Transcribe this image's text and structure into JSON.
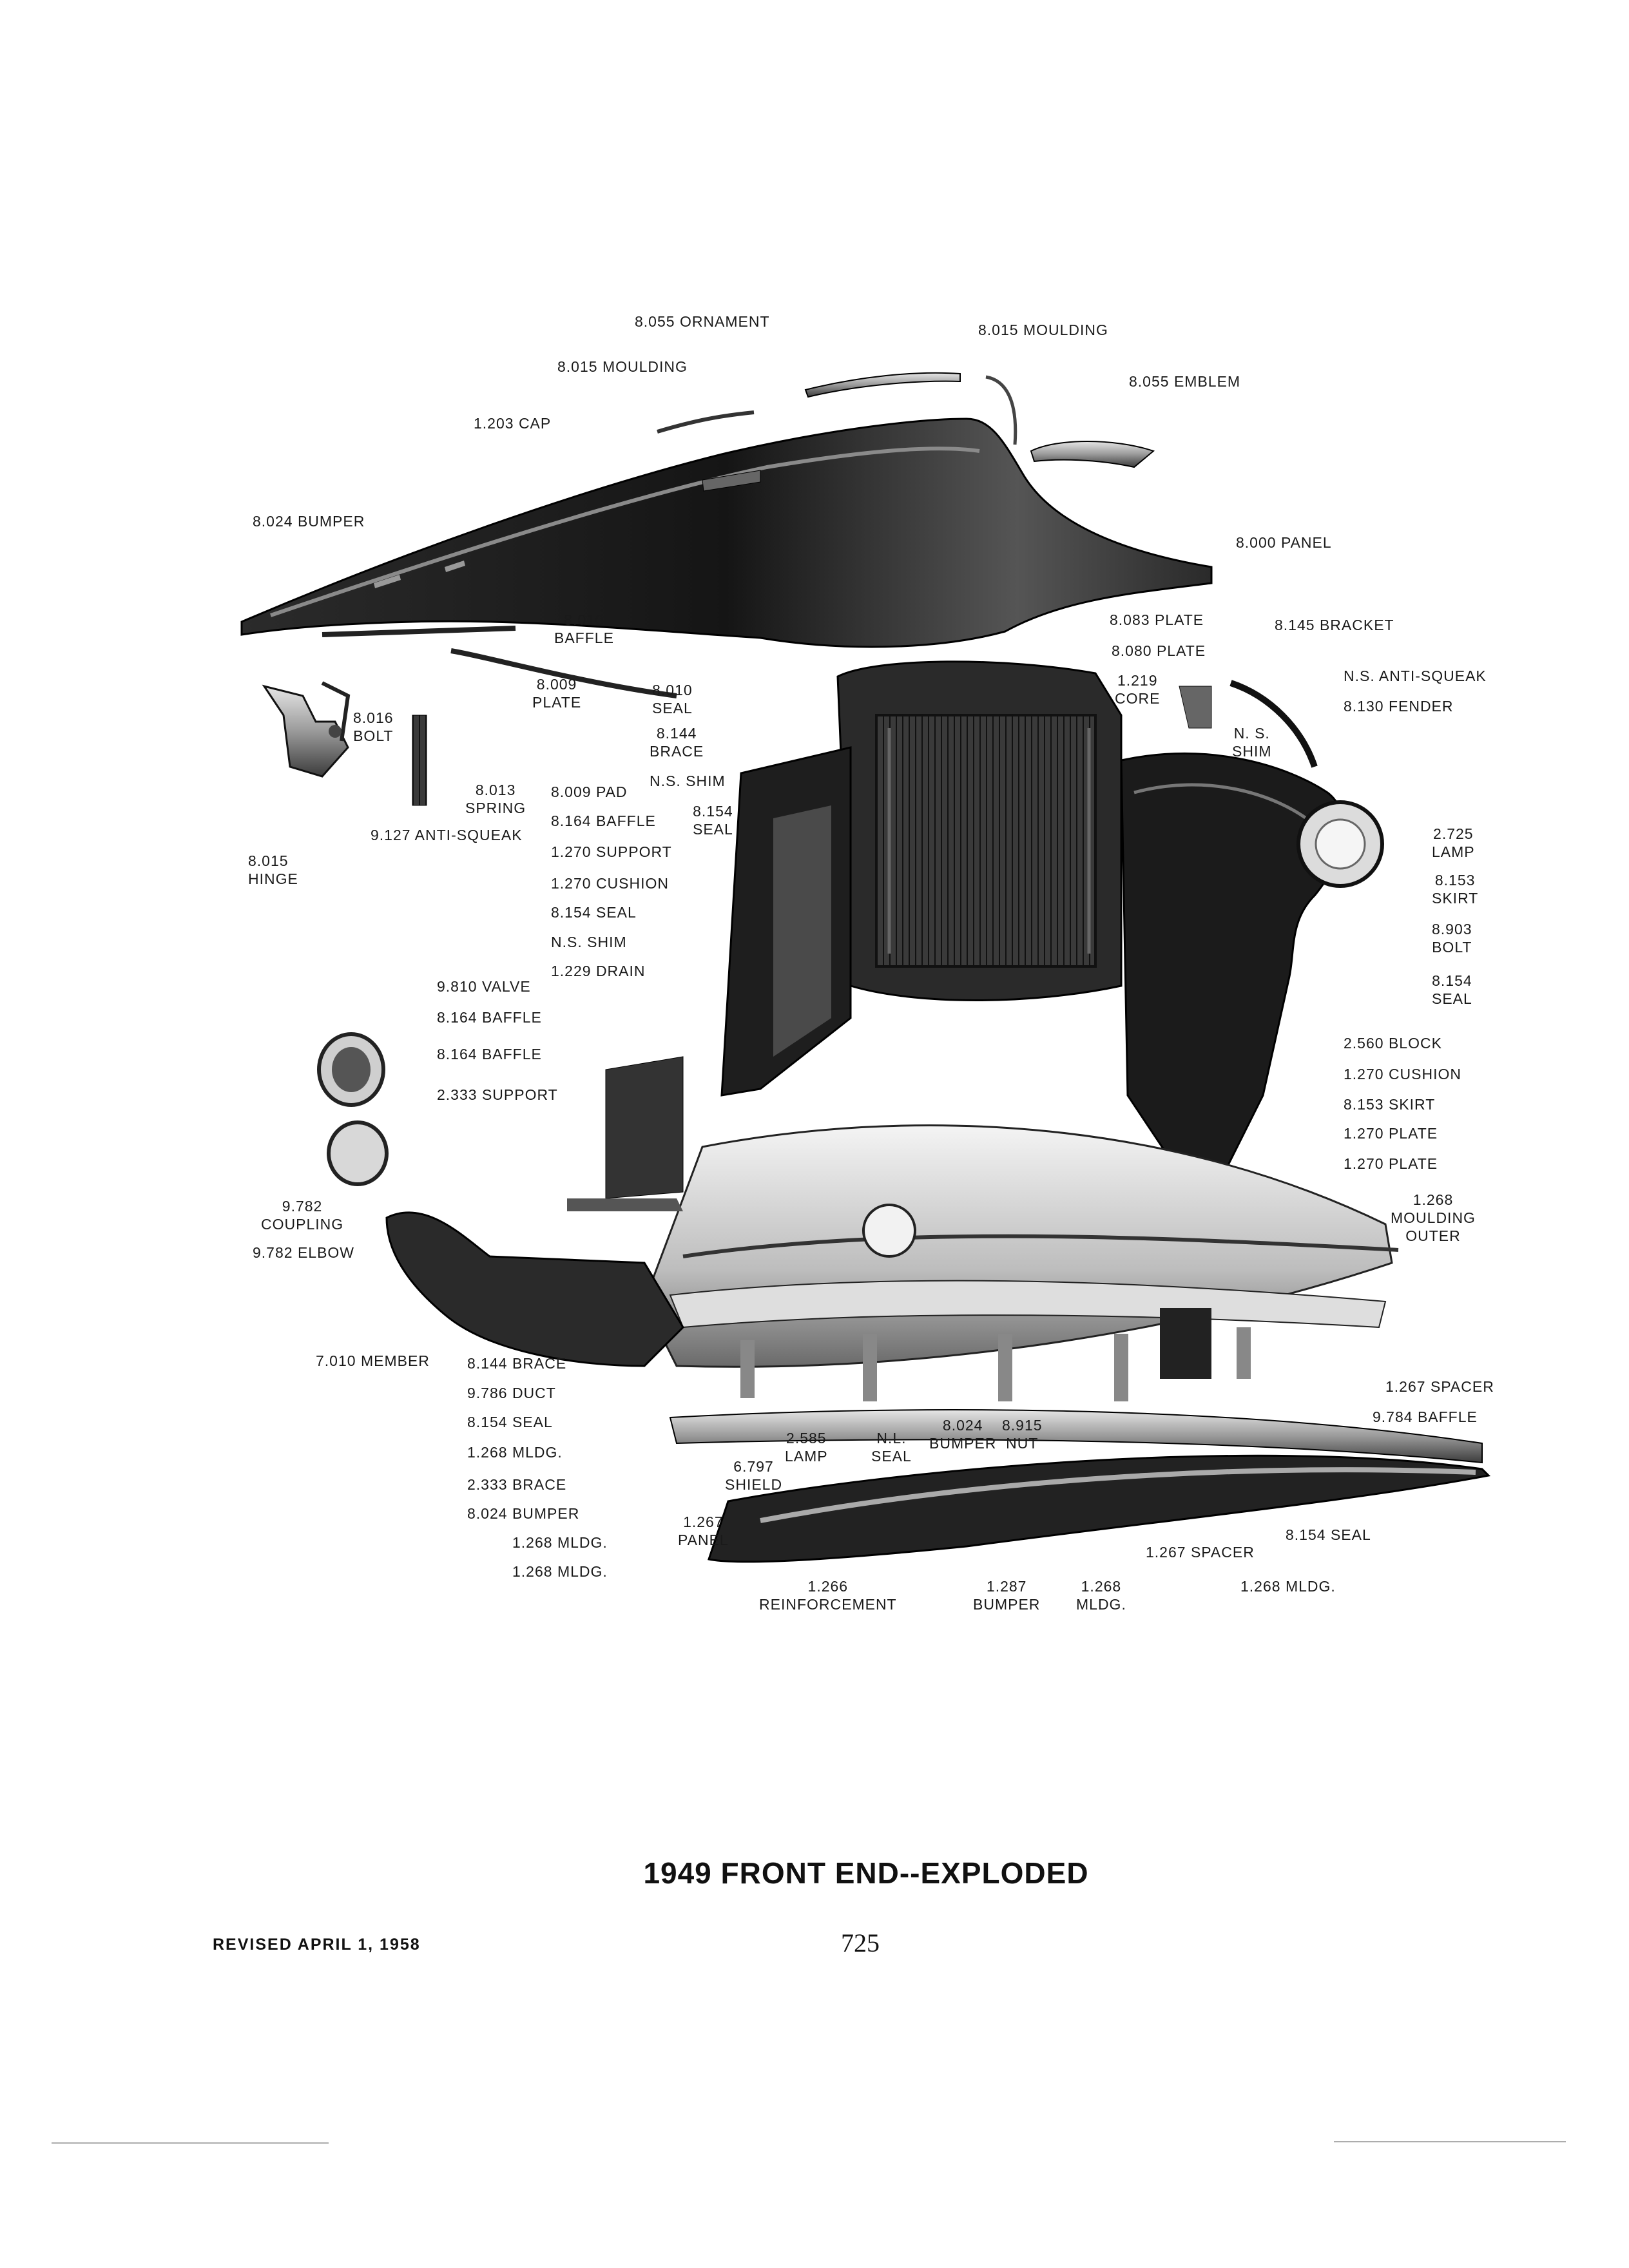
{
  "title": "1949 FRONT END--EXPLODED",
  "page_number": "725",
  "revised": "REVISED APRIL 1, 1958",
  "labels": [
    {
      "id": "l1",
      "text": "8.055 ORNAMENT"
    },
    {
      "id": "l2",
      "text": "8.015 MOULDING"
    },
    {
      "id": "l3",
      "text": "8.015 MOULDING"
    },
    {
      "id": "l4",
      "text": "8.055 EMBLEM"
    },
    {
      "id": "l5",
      "text": "1.203 CAP"
    },
    {
      "id": "l6",
      "text": "8.024 BUMPER"
    },
    {
      "id": "l7",
      "text": "8.000 PANEL"
    },
    {
      "id": "l8",
      "text": "8.010\nBAFFLE"
    },
    {
      "id": "l9",
      "text": "8.083 PLATE"
    },
    {
      "id": "l10",
      "text": "8.145 BRACKET"
    },
    {
      "id": "l11",
      "text": "8.080 PLATE"
    },
    {
      "id": "l12",
      "text": "N.S. ANTI-SQUEAK"
    },
    {
      "id": "l13",
      "text": "8.130 FENDER"
    },
    {
      "id": "l14",
      "text": "8.009\nPLATE"
    },
    {
      "id": "l15",
      "text": "8.010\nSEAL"
    },
    {
      "id": "l16",
      "text": "1.219\nCORE"
    },
    {
      "id": "l17",
      "text": "8.016\nBOLT"
    },
    {
      "id": "l18",
      "text": "8.144\nBRACE"
    },
    {
      "id": "l19",
      "text": "N. S.\nSHIM"
    },
    {
      "id": "l20",
      "text": "N.S. SHIM"
    },
    {
      "id": "l21",
      "text": "8.013\nSPRING"
    },
    {
      "id": "l22",
      "text": "8.009 PAD"
    },
    {
      "id": "l23",
      "text": "8.154\nSEAL"
    },
    {
      "id": "l24",
      "text": "8.164 BAFFLE"
    },
    {
      "id": "l25",
      "text": "9.127 ANTI-SQUEAK"
    },
    {
      "id": "l26",
      "text": "2.725\nLAMP"
    },
    {
      "id": "l27",
      "text": "8.015\nHINGE"
    },
    {
      "id": "l28",
      "text": "1.270 SUPPORT"
    },
    {
      "id": "l29",
      "text": "8.153\nSKIRT"
    },
    {
      "id": "l30",
      "text": "1.270 CUSHION"
    },
    {
      "id": "l31",
      "text": "8.154 SEAL"
    },
    {
      "id": "l32",
      "text": "8.903\nBOLT"
    },
    {
      "id": "l33",
      "text": "N.S. SHIM"
    },
    {
      "id": "l34",
      "text": "8.154\nSEAL"
    },
    {
      "id": "l35",
      "text": "1.229 DRAIN"
    },
    {
      "id": "l36",
      "text": "9.810 VALVE"
    },
    {
      "id": "l37",
      "text": "8.164 BAFFLE"
    },
    {
      "id": "l38",
      "text": "2.560 BLOCK"
    },
    {
      "id": "l39",
      "text": "8.164 BAFFLE"
    },
    {
      "id": "l40",
      "text": "1.270 CUSHION"
    },
    {
      "id": "l41",
      "text": "2.333 SUPPORT"
    },
    {
      "id": "l42",
      "text": "8.153 SKIRT"
    },
    {
      "id": "l43",
      "text": "1.270 PLATE"
    },
    {
      "id": "l44",
      "text": "1.270 PLATE"
    },
    {
      "id": "l45",
      "text": "1.268\nMOULDING\nOUTER"
    },
    {
      "id": "l46",
      "text": "9.782\nCOUPLING"
    },
    {
      "id": "l47",
      "text": "9.782 ELBOW"
    },
    {
      "id": "l48",
      "text": "7.010 MEMBER"
    },
    {
      "id": "l49",
      "text": "8.144 BRACE"
    },
    {
      "id": "l50",
      "text": "9.786 DUCT"
    },
    {
      "id": "l51",
      "text": "8.154 SEAL"
    },
    {
      "id": "l52",
      "text": "1.268 MLDG."
    },
    {
      "id": "l53",
      "text": "2.333 BRACE"
    },
    {
      "id": "l54",
      "text": "8.024 BUMPER"
    },
    {
      "id": "l55",
      "text": "1.268 MLDG."
    },
    {
      "id": "l56",
      "text": "1.268 MLDG."
    },
    {
      "id": "l57",
      "text": "2.585\nLAMP"
    },
    {
      "id": "l58",
      "text": "N.L.\nSEAL"
    },
    {
      "id": "l59",
      "text": "8.024\nBUMPER"
    },
    {
      "id": "l60",
      "text": "8.915\nNUT"
    },
    {
      "id": "l61",
      "text": "6.797\nSHIELD"
    },
    {
      "id": "l62",
      "text": "1.267 SPACER"
    },
    {
      "id": "l63",
      "text": "9.784 BAFFLE"
    },
    {
      "id": "l64",
      "text": "1.267\nPANEL"
    },
    {
      "id": "l65",
      "text": "8.154 SEAL"
    },
    {
      "id": "l66",
      "text": "1.267 SPACER"
    },
    {
      "id": "l67",
      "text": "1.266\nREINFORCEMENT"
    },
    {
      "id": "l68",
      "text": "1.287\nBUMPER"
    },
    {
      "id": "l69",
      "text": "1.268\nMLDG."
    },
    {
      "id": "l70",
      "text": "1.268 MLDG."
    }
  ]
}
